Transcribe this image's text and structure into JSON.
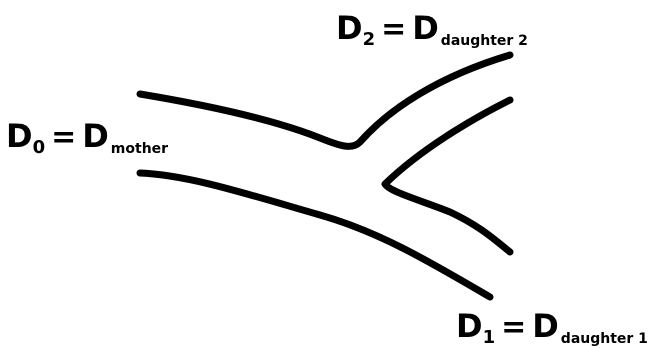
{
  "labels": {
    "mother": {
      "symbol": "D",
      "index": "0",
      "equals": "=",
      "rhs_symbol": "D",
      "rhs_subscript": "mother"
    },
    "daughter2": {
      "symbol": "D",
      "index": "2",
      "equals": "=",
      "rhs_symbol": "D",
      "rhs_subscript": "daughter 2"
    },
    "daughter1": {
      "symbol": "D",
      "index": "1",
      "equals": "=",
      "rhs_symbol": "D",
      "rhs_subscript": "daughter 1"
    }
  },
  "colors": {
    "line": "#000000",
    "background": "#ffffff"
  }
}
